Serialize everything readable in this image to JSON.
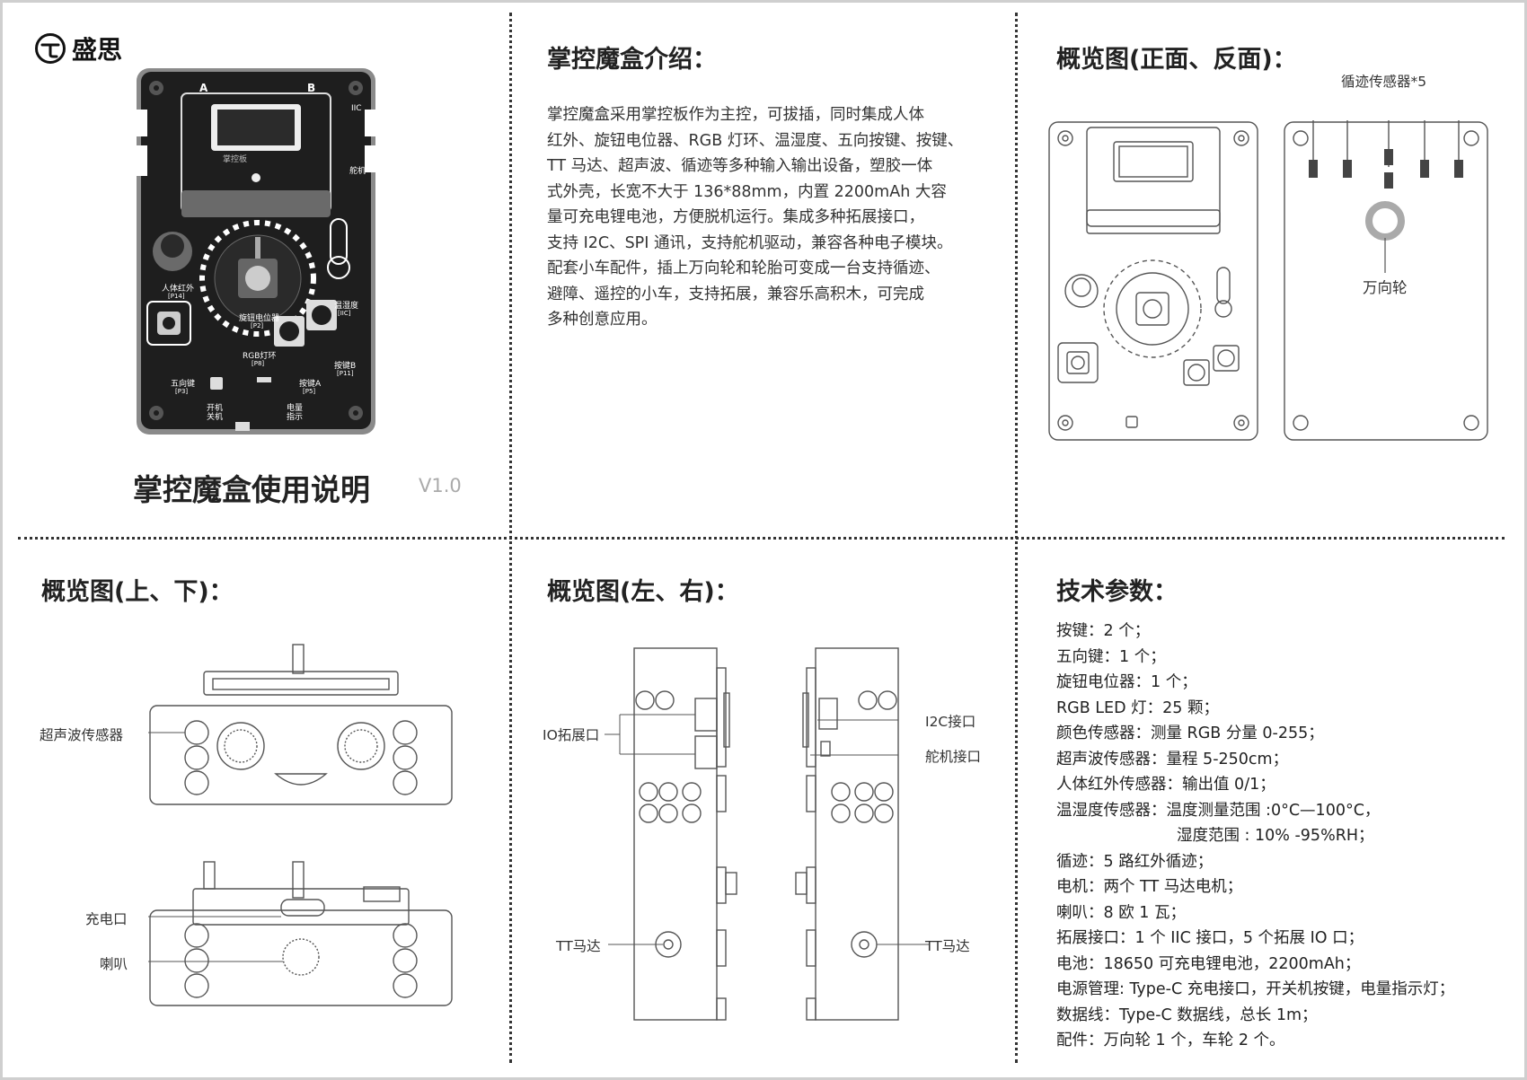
{
  "logo": {
    "icon": "shengsi-logo-icon",
    "name": "盛思"
  },
  "cover": {
    "title": "掌控魔盒使用说明",
    "version": "V1.0",
    "board_labels": {
      "a": "A",
      "b": "B",
      "body_sensor": "人体红外",
      "body_sensor_port": "[P14]",
      "knob": "旋钮电位器",
      "knob_port": "[P2]",
      "temp": "温湿度",
      "temp_port": "[IIC]",
      "rgb": "RGB灯环",
      "rgb_port": "[P8]",
      "five_way": "五向键",
      "five_way_port": "[P3]",
      "button_a": "按键A",
      "button_a_port": "[P5]",
      "button_b": "按键B",
      "button_b_port": "[P11]",
      "power": "开机\n关机",
      "battery": "电量\n指示",
      "iic": "IIC",
      "servo": "舵机",
      "mboard": "掌控板"
    }
  },
  "intro": {
    "title": "掌控魔盒介绍：",
    "lines": [
      "掌控魔盒采用掌控板作为主控，可拔插，同时集成人体",
      "红外、旋钮电位器、RGB 灯环、温湿度、五向按键、按键、",
      "TT 马达、超声波、循迹等多种输入输出设备，塑胶一体",
      "式外壳，长宽不大于 136*88mm，内置 2200mAh 大容",
      "量可充电锂电池，方便脱机运行。集成多种拓展接口，",
      "支持 I2C、SPI 通讯，支持舵机驱动，兼容各种电子模块。",
      "配套小车配件，插上万向轮和轮胎可变成一台支持循迹、",
      "避障、遥控的小车，支持拓展，兼容乐高积木，可完成",
      "多种创意应用。"
    ]
  },
  "overview_front_back": {
    "title": "概览图(正面、反面)：",
    "tracking_label": "循迹传感器*5",
    "caster_label": "万向轮"
  },
  "overview_top_bottom": {
    "title": "概览图(上、下)：",
    "ultrasonic_label": "超声波传感器",
    "charge_label": "充电口",
    "speaker_label": "喇叭"
  },
  "overview_left_right": {
    "title": "概览图(左、右)：",
    "io_label": "IO拓展口",
    "i2c_label": "I2C接口",
    "servo_label": "舵机接口",
    "tt_left_label": "TT马达",
    "tt_right_label": "TT马达"
  },
  "specs": {
    "title": "技术参数：",
    "lines": [
      "按键：2 个；",
      "五向键：1 个；",
      "旋钮电位器：1 个；",
      "RGB LED 灯：25 颗；",
      "颜色传感器：测量 RGB 分量 0-255；",
      "超声波传感器：量程 5-250cm；",
      "人体红外传感器：输出值 0/1；",
      "温湿度传感器：温度测量范围 :0°C—100°C，",
      "湿度范围 : 10% -95%RH；",
      "循迹：5 路红外循迹；",
      "电机：两个 TT 马达电机；",
      "喇叭：8 欧 1 瓦；",
      "拓展接口：1 个 IIC 接口，5 个拓展 IO 口；",
      "电池：18650 可充电锂电池，2200mAh；",
      "电源管理: Type-C 充电接口，开关机按键，电量指示灯；",
      "数据线：Type-C 数据线，总长 1m；",
      "配件：万向轮 1 个，车轮 2 个。"
    ]
  }
}
